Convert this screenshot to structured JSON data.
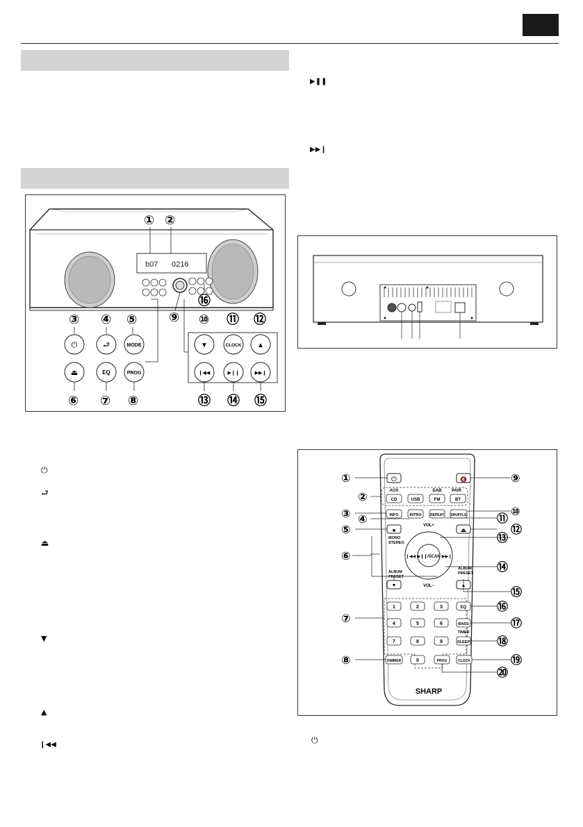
{
  "icons": {
    "play_pause": "▶❚❚",
    "skip_next": "▶▶❙",
    "power": "⏻",
    "input": "⮐",
    "eject": "⏏",
    "down": "▼",
    "up": "▲",
    "skip_prev": "❙◀◀",
    "power_remote": "⏻"
  },
  "unit_diagram": {
    "top_callouts": [
      "①",
      "②"
    ],
    "mid_callouts": [
      "③",
      "④",
      "⑤",
      "⑨",
      "⑩",
      "⑪",
      "⑫",
      "⑯"
    ],
    "bottom_callouts": [
      "⑥",
      "⑦",
      "⑧",
      "⑬",
      "⑭",
      "⑮"
    ],
    "display_left": "b07",
    "display_right": "0216",
    "left_buttons": [
      "⏻",
      "⮐",
      "MODE",
      "⏏",
      "EQ",
      "PROG"
    ],
    "right_buttons": [
      "▼",
      "CLOCK",
      "▲",
      "❙◀◀",
      "▶❙❙",
      "▶▶❙"
    ]
  },
  "remote": {
    "callouts_left": [
      "①",
      "②",
      "③",
      "④",
      "⑤",
      "⑥",
      "⑦",
      "⑧"
    ],
    "callouts_right": [
      "⑨",
      "⑩",
      "⑪",
      "⑫",
      "⑬",
      "⑭",
      "⑮",
      "⑯",
      "⑰",
      "⑱",
      "⑲",
      "⑳"
    ],
    "source_top_labels": [
      "AUX",
      "DAB",
      "PAIR"
    ],
    "source_buttons": [
      "CD",
      "USB",
      "FM",
      "BT"
    ],
    "row3": [
      "INFO",
      "INTRO",
      "REPEAT",
      "SHUFFLE"
    ],
    "stop": "■",
    "eject": "⏏",
    "vol_up": "VOL+",
    "vol_down": "VOL−",
    "mono_stereo": [
      "MONO",
      "STEREO"
    ],
    "center": "▶❙❙/SCAN",
    "prev": "❙◀◀",
    "next": "▶▶❙",
    "album_preset_left": [
      "ALBUM",
      "PRESET"
    ],
    "album_preset_right": [
      "ALBUM",
      "PRESET"
    ],
    "preset_down": "▼",
    "preset_up": "▲",
    "digits": [
      "1",
      "2",
      "3",
      "4",
      "5",
      "6",
      "7",
      "8",
      "9",
      "0"
    ],
    "eq": "EQ",
    "bass": "BASS",
    "timer": "TIMER",
    "sleep": "SLEEP",
    "dimmer": "DIMMER",
    "prog": "PROG",
    "clock": "CLOCK",
    "mute": "🔇",
    "power": "⏻",
    "brand": "SHARP"
  }
}
